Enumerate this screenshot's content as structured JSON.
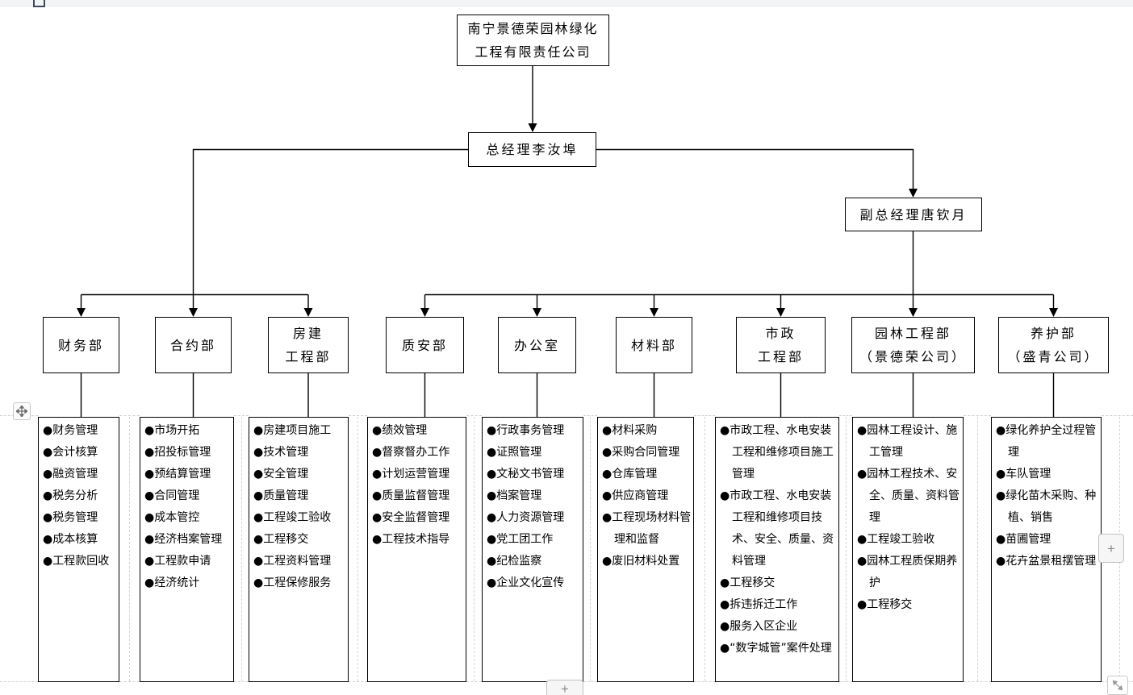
{
  "org_chart": {
    "root": {
      "lines": [
        "南宁景德荣园林绿化",
        "工程有限责任公司"
      ]
    },
    "general_manager": {
      "label": "总经理李汝埠"
    },
    "deputy_manager": {
      "label": "副总经理唐钦月"
    },
    "bullet": "●",
    "departments": [
      {
        "name_lines": [
          "财务部"
        ],
        "duties": [
          "财务管理",
          "会计核算",
          "融资管理",
          "税务分析",
          "税务管理",
          "成本核算",
          "工程款回收"
        ]
      },
      {
        "name_lines": [
          "合约部"
        ],
        "duties": [
          "市场开拓",
          "招投标管理",
          "预结算管理",
          "合同管理",
          "成本管控",
          "经济档案管理",
          "工程款申请",
          "经济统计"
        ]
      },
      {
        "name_lines": [
          "房建",
          "工程部"
        ],
        "duties": [
          "房建项目施工",
          "技术管理",
          "安全管理",
          "质量管理",
          "工程竣工验收",
          "工程移交",
          "工程资料管理",
          "工程保修服务"
        ]
      },
      {
        "name_lines": [
          "质安部"
        ],
        "duties": [
          "绩效管理",
          "督察督办工作",
          "计划运营管理",
          "质量监督管理",
          "安全监督管理",
          "工程技术指导"
        ]
      },
      {
        "name_lines": [
          "办公室"
        ],
        "duties": [
          "行政事务管理",
          "证照管理",
          "文秘文书管理",
          "档案管理",
          "人力资源管理",
          "党工团工作",
          "纪检监察",
          "企业文化宣传"
        ]
      },
      {
        "name_lines": [
          "材料部"
        ],
        "duties": [
          "材料采购",
          "采购合同管理",
          "仓库管理",
          "供应商管理",
          "工程现场材料管理和监督",
          "废旧材料处置"
        ]
      },
      {
        "name_lines": [
          "市政",
          "工程部"
        ],
        "duties": [
          "市政工程、水电安装工程和维修项目施工管理",
          "市政工程、水电安装工程和维修项目技术、安全、质量、资料管理",
          "工程移交",
          "拆违拆迁工作",
          "服务入区企业",
          "“数字城管”案件处理"
        ]
      },
      {
        "name_lines": [
          "园林工程部",
          "（景德荣公司）"
        ],
        "duties": [
          "园林工程设计、施工管理",
          "园林工程技术、安全、质量、资料管理",
          "工程竣工验收",
          "园林工程质保期养护",
          "工程移交"
        ]
      },
      {
        "name_lines": [
          "养护部",
          "（盛青公司）"
        ],
        "duties": [
          "绿化养护全过程管理",
          "车队管理",
          "绿化苗木采购、种植、销售",
          "苗圃管理",
          "花卉盆景租摆管理"
        ]
      }
    ]
  },
  "ui": {
    "add_row_button_label": "+",
    "add_column_button_label": "+",
    "line_color": "#000000",
    "grid_dash_color": "#cfcfcf"
  }
}
